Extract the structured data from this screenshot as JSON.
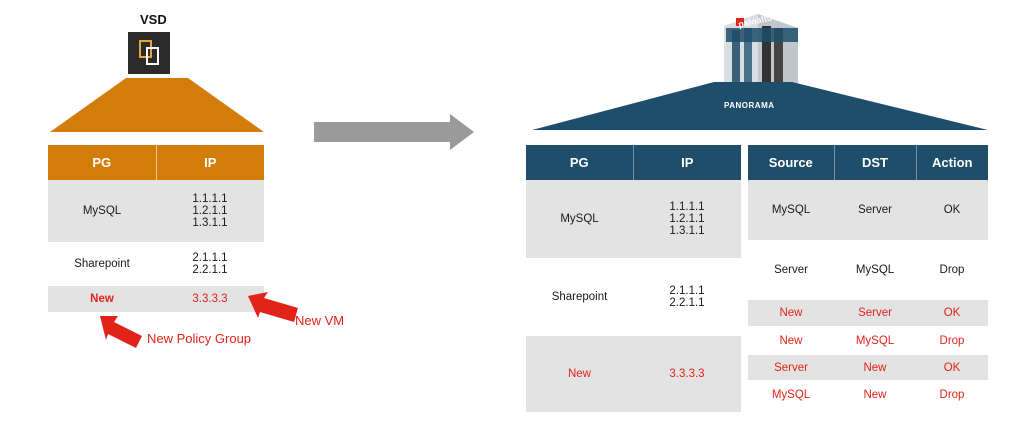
{
  "left": {
    "title": "VSD",
    "table": {
      "headers": [
        "PG",
        "IP"
      ],
      "rows": [
        {
          "pg": "MySQL",
          "ips": [
            "1.1.1.1",
            "1.2.1.1",
            "1.3.1.1"
          ],
          "new": false
        },
        {
          "pg": "Sharepoint",
          "ips": [
            "2.1.1.1",
            "2.2.1.1"
          ],
          "new": false
        },
        {
          "pg": "New",
          "ips": [
            "3.3.3.3"
          ],
          "new": true
        }
      ]
    },
    "callouts": {
      "new_vm": "New VM",
      "new_policy_group": "New Policy Group"
    }
  },
  "right": {
    "logo_text": "paloalto",
    "device_label": "PANORAMA",
    "pg_table": {
      "headers": [
        "PG",
        "IP"
      ],
      "rows": [
        {
          "pg": "MySQL",
          "ips": [
            "1.1.1.1",
            "1.2.1.1",
            "1.3.1.1"
          ],
          "new": false
        },
        {
          "pg": "Sharepoint",
          "ips": [
            "2.1.1.1",
            "2.2.1.1"
          ],
          "new": false
        },
        {
          "pg": "New",
          "ips": [
            "3.3.3.3"
          ],
          "new": true
        }
      ]
    },
    "rules_table": {
      "headers": [
        "Source",
        "DST",
        "Action"
      ],
      "rows": [
        {
          "source": "MySQL",
          "dst": "Server",
          "action": "OK",
          "new": false
        },
        {
          "source": "Server",
          "dst": "MySQL",
          "action": "Drop",
          "new": false
        },
        {
          "source": "New",
          "dst": "Server",
          "action": "OK",
          "new": true
        },
        {
          "source": "New",
          "dst": "MySQL",
          "action": "Drop",
          "new": true
        },
        {
          "source": "Server",
          "dst": "New",
          "action": "OK",
          "new": true
        },
        {
          "source": "MySQL",
          "dst": "New",
          "action": "Drop",
          "new": true
        }
      ]
    }
  },
  "colors": {
    "vsd_orange": "#d27d0a",
    "panorama_blue": "#1f4e6b",
    "alert_red": "#e2231a",
    "row_gray": "#e3e3e3"
  }
}
